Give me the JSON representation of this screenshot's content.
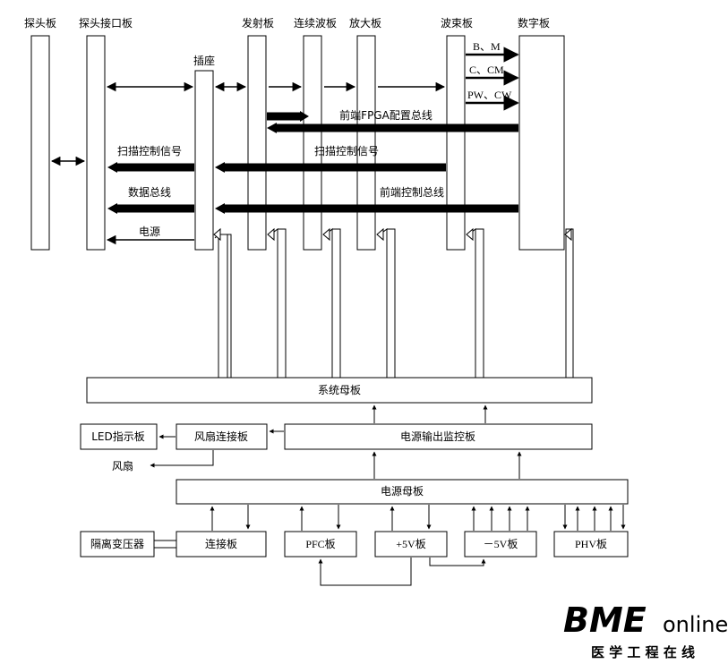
{
  "top_labels": {
    "probe": "探头板",
    "probe_interface": "探头接口板",
    "socket": "插座",
    "transmit": "发射板",
    "cw": "连续波板",
    "amplifier": "放大板",
    "beam": "波束板",
    "digital": "数字板"
  },
  "signals": {
    "bm": "B、M",
    "ccm": "C、CM",
    "pwcw": "PW、CW",
    "fpga_bus": "前端FPGA配置总线",
    "scan_ctrl_left": "扫描控制信号",
    "scan_ctrl_mid": "扫描控制信号",
    "data_bus": "数据总线",
    "frontend_ctrl_bus": "前端控制总线",
    "power": "电源"
  },
  "boxes": {
    "sys_motherboard": "系统母板",
    "led": "LED指示板",
    "fan_conn": "风扇连接板",
    "power_monitor": "电源输出监控板",
    "fan": "风扇",
    "power_motherboard": "电源母板",
    "isolation_transformer": "隔离变压器",
    "connector_board": "连接板",
    "pfc": "PFC板",
    "plus5v": "+5V板",
    "minus5v": "－5V板",
    "phv": "PHV板"
  },
  "logo": {
    "brand": "BME",
    "online": "online",
    "tagline": "医 学 工 程 在 线",
    "color_blue": "#5ba3c9",
    "color_green": "#8dc43d",
    "color_gray": "#6d6e70"
  }
}
